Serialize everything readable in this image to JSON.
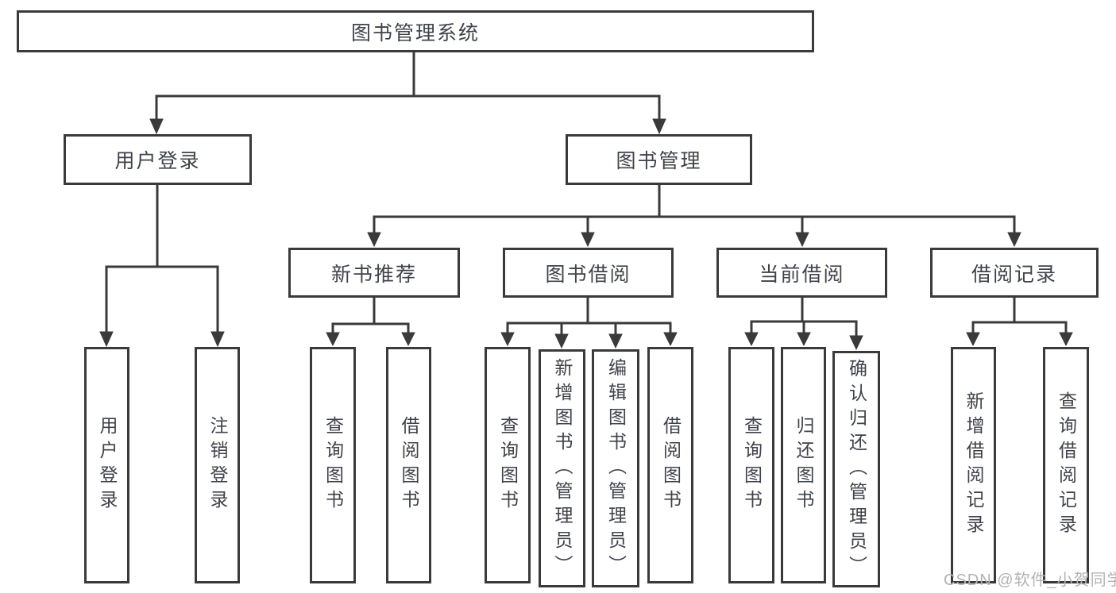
{
  "diagram": {
    "title": "图书管理系统",
    "type": "hierarchy-diagram",
    "colors": {
      "line": "#3a3a3a",
      "text": "#3f434a",
      "box_background": "#ffffff",
      "background": "#ffffff",
      "watermark": "#b3b3b3"
    },
    "nodes": {
      "root": {
        "label": "图书管理系统"
      },
      "user_login": {
        "label": "用户登录"
      },
      "book_mgmt": {
        "label": "图书管理"
      },
      "new_book_rec": {
        "label": "新书推荐"
      },
      "book_borrow": {
        "label": "图书借阅"
      },
      "current_borrow": {
        "label": "当前借阅"
      },
      "borrow_record": {
        "label": "借阅记录"
      },
      "leaf_user_login": {
        "label": "用户登录"
      },
      "leaf_logout": {
        "label": "注销登录"
      },
      "leaf_query_book_1": {
        "label": "查询图书"
      },
      "leaf_borrow_book_1": {
        "label": "借阅图书"
      },
      "leaf_query_book_2": {
        "label": "查询图书"
      },
      "leaf_add_book": {
        "label": "新增图书（管理员）"
      },
      "leaf_edit_book": {
        "label": "编辑图书（管理员）"
      },
      "leaf_borrow_book_2": {
        "label": "借阅图书"
      },
      "leaf_query_book_3": {
        "label": "查询图书"
      },
      "leaf_return_book": {
        "label": "归还图书"
      },
      "leaf_confirm_return": {
        "label": "确认归还（管理员）"
      },
      "leaf_add_borrow_record": {
        "label": "新增借阅记录"
      },
      "leaf_query_borrow_record": {
        "label": "查询借阅记录"
      }
    },
    "hierarchy": {
      "root": [
        "user_login",
        "book_mgmt"
      ],
      "user_login": [
        "leaf_user_login",
        "leaf_logout"
      ],
      "book_mgmt": [
        "new_book_rec",
        "book_borrow",
        "current_borrow",
        "borrow_record"
      ],
      "new_book_rec": [
        "leaf_query_book_1",
        "leaf_borrow_book_1"
      ],
      "book_borrow": [
        "leaf_query_book_2",
        "leaf_add_book",
        "leaf_edit_book",
        "leaf_borrow_book_2"
      ],
      "current_borrow": [
        "leaf_query_book_3",
        "leaf_return_book",
        "leaf_confirm_return"
      ],
      "borrow_record": [
        "leaf_add_borrow_record",
        "leaf_query_borrow_record"
      ]
    },
    "watermark": "CSDN @软件_小贺同学"
  }
}
